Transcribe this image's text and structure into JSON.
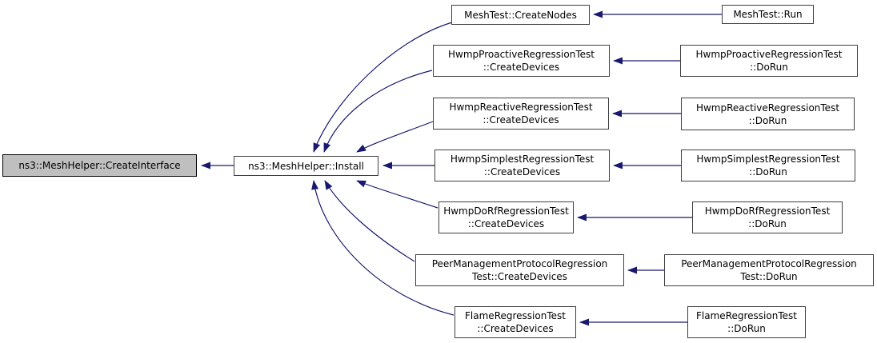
{
  "diagram": {
    "type": "doxygen-caller-graph",
    "description": "Call graph: functions that call ns3::MeshHelper::CreateInterface"
  },
  "colors": {
    "edge": "#191970",
    "node_border": "#404040",
    "highlight_fill": "#bfbfbf",
    "node_fill": "#ffffff",
    "text": "#000000",
    "bg": "#ffffff"
  },
  "nodes": {
    "create_interface": {
      "label": "ns3::MeshHelper::CreateInterface",
      "highlighted": true
    },
    "install": {
      "label": "ns3::MeshHelper::Install",
      "highlighted": false
    },
    "mesh_create_nodes": {
      "label": "MeshTest::CreateNodes",
      "highlighted": false
    },
    "mesh_run": {
      "label": "MeshTest::Run",
      "highlighted": false
    },
    "hwmp_proactive_create_devices": {
      "label": "HwmpProactiveRegressionTest\n::CreateDevices",
      "highlighted": false
    },
    "hwmp_proactive_dorun": {
      "label": "HwmpProactiveRegressionTest\n::DoRun",
      "highlighted": false
    },
    "hwmp_reactive_create_devices": {
      "label": "HwmpReactiveRegressionTest\n::CreateDevices",
      "highlighted": false
    },
    "hwmp_reactive_dorun": {
      "label": "HwmpReactiveRegressionTest\n::DoRun",
      "highlighted": false
    },
    "hwmp_simplest_create_devices": {
      "label": "HwmpSimplestRegressionTest\n::CreateDevices",
      "highlighted": false
    },
    "hwmp_simplest_dorun": {
      "label": "HwmpSimplestRegressionTest\n::DoRun",
      "highlighted": false
    },
    "hwmp_dorf_create_devices": {
      "label": "HwmpDoRfRegressionTest\n::CreateDevices",
      "highlighted": false
    },
    "hwmp_dorf_dorun": {
      "label": "HwmpDoRfRegressionTest\n::DoRun",
      "highlighted": false
    },
    "peer_mgmt_create_devices": {
      "label": "PeerManagementProtocolRegression\nTest::CreateDevices",
      "highlighted": false
    },
    "peer_mgmt_dorun": {
      "label": "PeerManagementProtocolRegression\nTest::DoRun",
      "highlighted": false
    },
    "flame_create_devices": {
      "label": "FlameRegressionTest\n::CreateDevices",
      "highlighted": false
    },
    "flame_dorun": {
      "label": "FlameRegressionTest\n::DoRun",
      "highlighted": false
    }
  },
  "edges": [
    {
      "from": "install",
      "to": "create_interface"
    },
    {
      "from": "mesh_create_nodes",
      "to": "install"
    },
    {
      "from": "hwmp_proactive_create_devices",
      "to": "install"
    },
    {
      "from": "hwmp_reactive_create_devices",
      "to": "install"
    },
    {
      "from": "hwmp_simplest_create_devices",
      "to": "install"
    },
    {
      "from": "hwmp_dorf_create_devices",
      "to": "install"
    },
    {
      "from": "peer_mgmt_create_devices",
      "to": "install"
    },
    {
      "from": "flame_create_devices",
      "to": "install"
    },
    {
      "from": "mesh_run",
      "to": "mesh_create_nodes"
    },
    {
      "from": "hwmp_proactive_dorun",
      "to": "hwmp_proactive_create_devices"
    },
    {
      "from": "hwmp_reactive_dorun",
      "to": "hwmp_reactive_create_devices"
    },
    {
      "from": "hwmp_simplest_dorun",
      "to": "hwmp_simplest_create_devices"
    },
    {
      "from": "hwmp_dorf_dorun",
      "to": "hwmp_dorf_create_devices"
    },
    {
      "from": "peer_mgmt_dorun",
      "to": "peer_mgmt_create_devices"
    },
    {
      "from": "flame_dorun",
      "to": "flame_create_devices"
    }
  ]
}
